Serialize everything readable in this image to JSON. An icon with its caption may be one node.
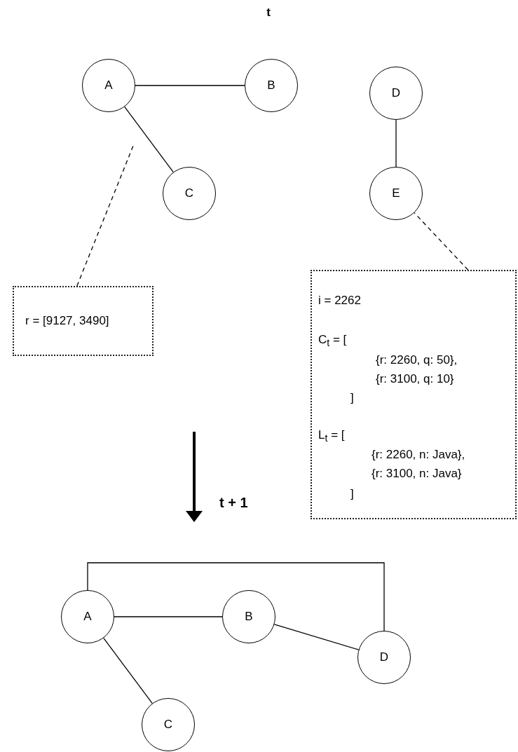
{
  "diagram": {
    "title": "t",
    "nodes": [
      {
        "text": [
          "A"
        ]
      },
      {
        "text": [
          "B"
        ]
      },
      {
        "text": [
          "C"
        ]
      },
      {
        "text": [
          "D"
        ]
      },
      {
        "text": [
          "E"
        ]
      },
      {
        "text": [
          "r = [9127, 3490]"
        ]
      },
      {
        "text": [
          "i = 2262",
          "C$_{t}$ = [",
          "{r: 2260, q: 50},",
          "{r: 3100, q: 10}",
          "]",
          "L$_{t}$ = [",
          "{r: 2260, n: Java},",
          "{r: 3100, n: Java}",
          "]"
        ]
      },
      {
        "text": [
          "A"
        ]
      },
      {
        "text": [
          "B"
        ]
      },
      {
        "text": [
          "D"
        ]
      },
      {
        "text": [
          "C"
        ]
      }
    ],
    "edges": [
      {
        "from": 0,
        "to": 1,
        "arrow": "none"
      },
      {
        "from": 0,
        "to": 2,
        "arrow": "none"
      },
      {
        "from": 3,
        "to": 4,
        "arrow": "none"
      },
      {
        "from": 5,
        "to": null,
        "arrow": "none",
        "style": "dashed"
      },
      {
        "from": 6,
        "to": 4,
        "arrow": "none",
        "style": "dashed"
      },
      {
        "from": 7,
        "to": 8,
        "arrow": "none"
      },
      {
        "from": 7,
        "to": 10,
        "arrow": "none"
      },
      {
        "from": 8,
        "to": 9,
        "arrow": "none"
      },
      {
        "from": 7,
        "to": 9,
        "arrow": "none"
      }
    ],
    "labels": [
      "t + 1"
    ]
  }
}
